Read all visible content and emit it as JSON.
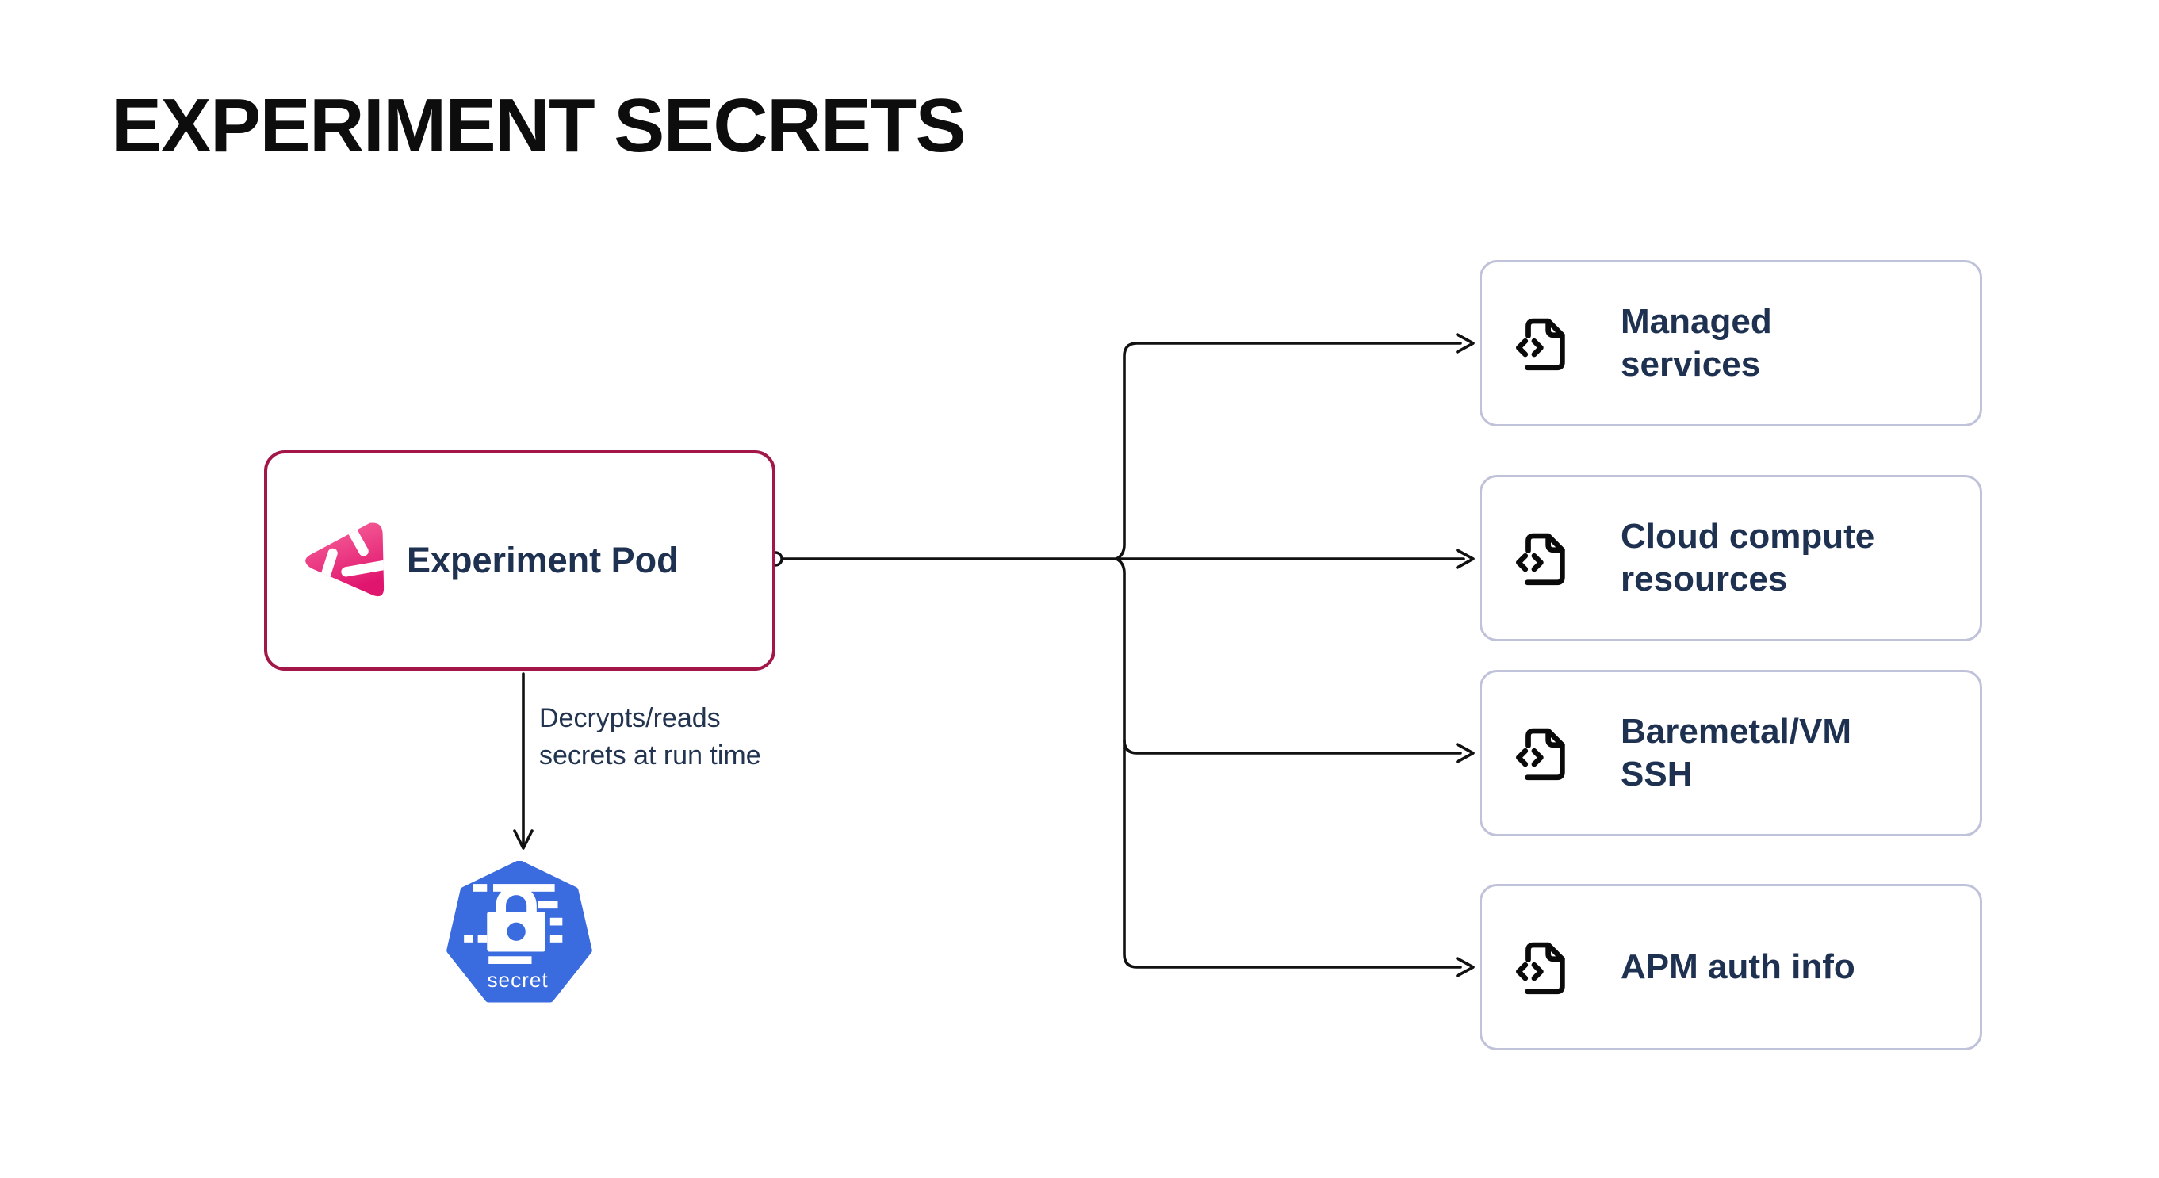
{
  "title": "EXPERIMENT SECRETS",
  "pod": {
    "label": "Experiment Pod",
    "icon": "litmus-chaos-logo"
  },
  "edge_label": "Decrypts/reads\nsecrets at run time",
  "secret": {
    "label": "secret",
    "icon": "kubernetes-secret-heptagon-lock"
  },
  "targets": [
    {
      "label": "Managed\nservices",
      "icon": "file-code-icon"
    },
    {
      "label": "Cloud compute\nresources",
      "icon": "file-code-icon"
    },
    {
      "label": "Baremetal/VM\nSSH",
      "icon": "file-code-icon"
    },
    {
      "label": "APM auth info",
      "icon": "file-code-icon"
    }
  ],
  "colors": {
    "background": "#ffffff",
    "title_text": "#0d0d0d",
    "pod_border": "#a21648",
    "label_text": "#1e3150",
    "edge_label_text": "#223450",
    "target_border": "#bfc2d9",
    "connector": "#111111",
    "k8s_blue": "#3a6bdf",
    "litmus_pink_light": "#f9699e",
    "litmus_pink_dark": "#e0156e",
    "icon_black": "#0a0a0a",
    "white": "#ffffff"
  }
}
